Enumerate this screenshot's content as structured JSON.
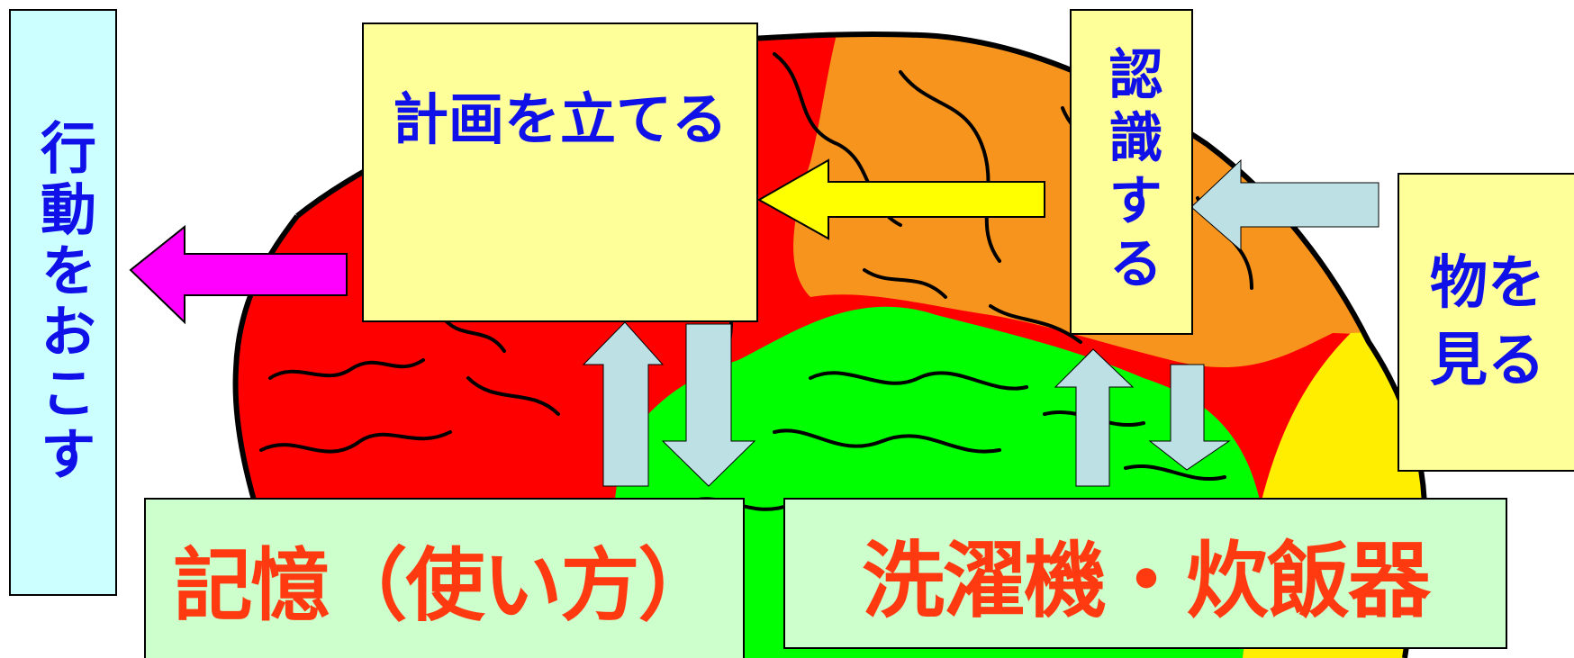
{
  "labels": {
    "action": "行動をおこす",
    "plan": "計画を立てる",
    "recognize": "認識する",
    "see_object": "物を見る",
    "memory": "記憶（使い方）",
    "appliances": "洗濯機・炊飯器"
  },
  "colors": {
    "frontal_lobe": "#ff0000",
    "parietal_lobe": "#f7941d",
    "temporal_lobe": "#00ff00",
    "occipital_lobe": "#ffee00",
    "box_yellow": "#ffff99",
    "box_cyan": "#ccffff",
    "box_mint": "#ccffcc",
    "text_blue": "#1010e8",
    "text_red": "#ff3a10",
    "arrow_magenta": "#ff00ff",
    "arrow_yellow": "#ffff00",
    "arrow_lightblue": "#bde0e5"
  },
  "icons": [
    "brain-illustration",
    "arrow-left-magenta",
    "arrow-left-yellow",
    "arrow-left-lightblue",
    "arrow-up",
    "arrow-down"
  ]
}
